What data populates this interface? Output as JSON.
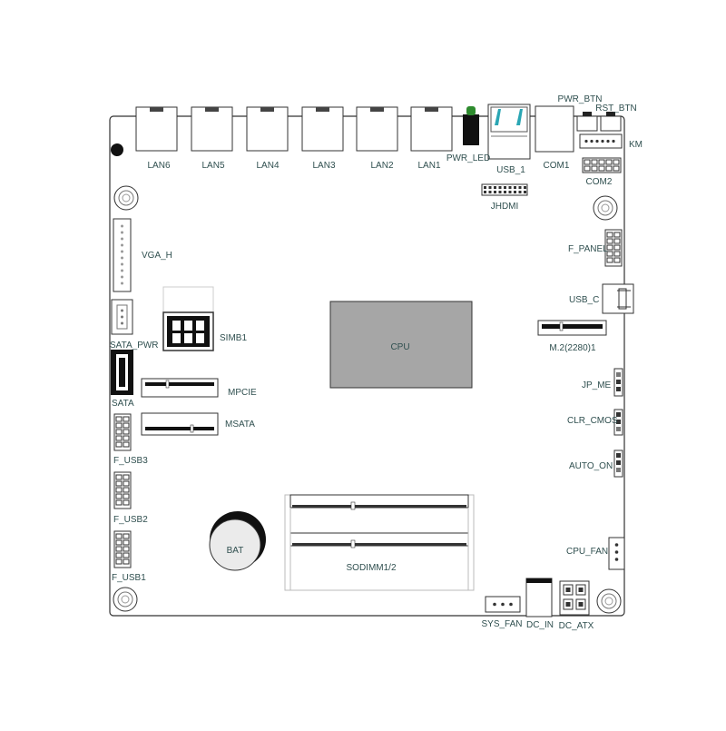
{
  "board": {
    "cpu": "CPU",
    "bat": "BAT",
    "sodimm": "SODIMM1/2",
    "lan_ports": [
      "LAN6",
      "LAN5",
      "LAN4",
      "LAN3",
      "LAN2",
      "LAN1"
    ],
    "pwr_led": "PWR_LED",
    "usb1": "USB_1",
    "com1": "COM1",
    "pwr_btn": "PWR_BTN",
    "rst_btn": "RST_BTN",
    "km": "KM",
    "com2": "COM2",
    "jhdmi": "JHDMI",
    "vga_h": "VGA_H",
    "sata_pwr": "SATA_PWR",
    "sata": "SATA",
    "simb1": "SIMB1",
    "mpcie": "MPCIE",
    "msata": "MSATA",
    "f_usb3": "F_USB3",
    "f_usb2": "F_USB2",
    "f_usb1": "F_USB1",
    "f_panel": "F_PANEL",
    "usb_c": "USB_C",
    "m2": "M.2(2280)1",
    "jp_me": "JP_ME",
    "clr_cmos": "CLR_CMOS",
    "auto_on": "AUTO_ON",
    "cpu_fan": "CPU_FAN",
    "sys_fan": "SYS_FAN",
    "dc_in": "DC_IN",
    "dc_atx": "DC_ATX"
  },
  "colors": {
    "outline": "#333333",
    "cpu_fill": "#a6a6a6",
    "usb_accent": "#2aa6b4",
    "led_green": "#2e8b2e",
    "label_text": "#2f4f4f"
  }
}
